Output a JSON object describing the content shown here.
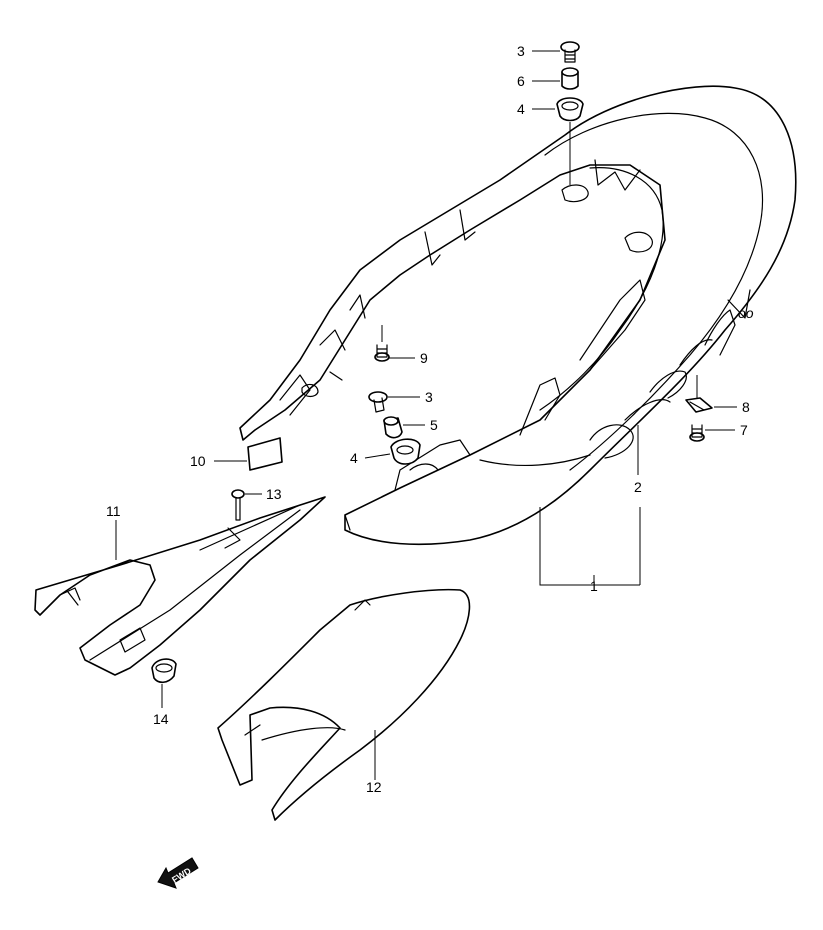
{
  "callouts": {
    "c1": "1",
    "c2": "2",
    "c3a": "3",
    "c3b": "3",
    "c4a": "4",
    "c4b": "4",
    "c5": "5",
    "c6": "6",
    "c7": "7",
    "c8": "8",
    "c9": "9",
    "c10": "10",
    "c11": "11",
    "c12": "12",
    "c13": "13",
    "c14": "14"
  },
  "fwd_label": "FWD"
}
